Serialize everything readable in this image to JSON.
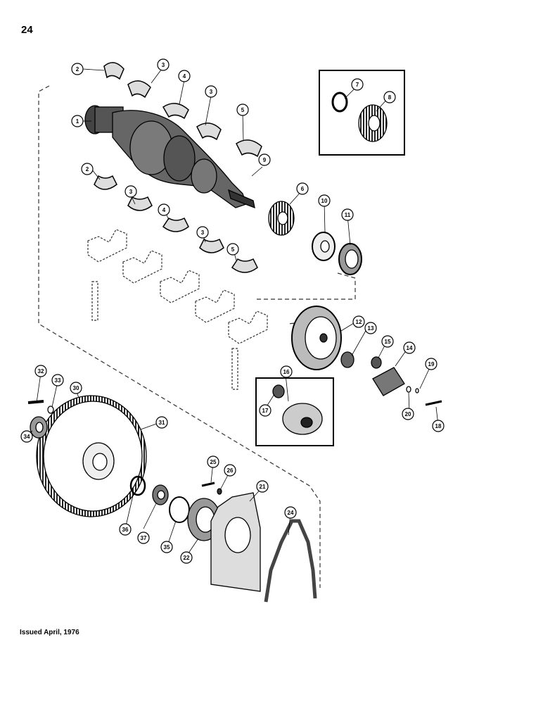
{
  "page_number": "24",
  "footer": "Issued April, 1976",
  "callouts": {
    "c1": "1",
    "c2a": "2",
    "c3a": "3",
    "c4a": "4",
    "c3b": "3",
    "c5a": "5",
    "c2b": "2",
    "c3c": "3",
    "c4b": "4",
    "c3d": "3",
    "c5b": "5",
    "c7": "7",
    "c8": "8",
    "c9": "9",
    "c6": "6",
    "c10": "10",
    "c11": "11",
    "c12": "12",
    "c13": "13",
    "c15": "15",
    "c14": "14",
    "c16": "16",
    "c17": "17",
    "c19": "19",
    "c20": "20",
    "c18": "18",
    "c32": "32",
    "c33": "33",
    "c30": "30",
    "c31": "31",
    "c34": "34",
    "c25": "25",
    "c26": "26",
    "c21": "21",
    "c24": "24",
    "c36": "36",
    "c37": "37",
    "c35": "35",
    "c22": "22"
  }
}
